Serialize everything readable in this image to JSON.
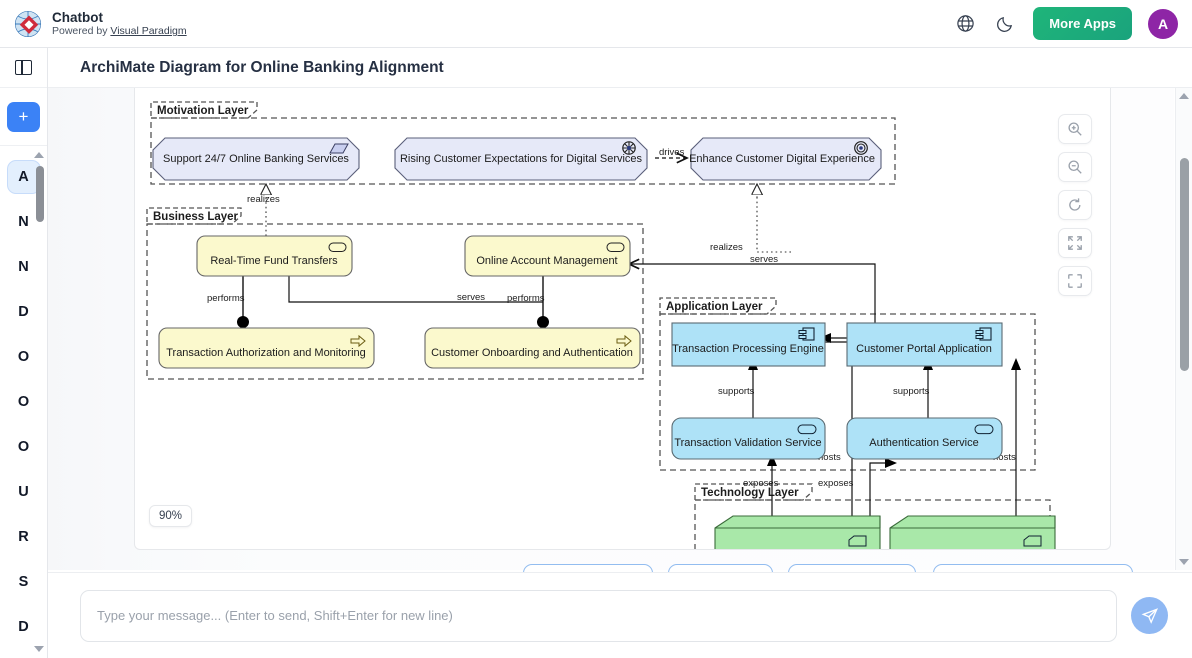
{
  "header": {
    "app_title": "Chatbot",
    "powered_prefix": "Powered by",
    "powered_link": "Visual Paradigm",
    "globe_icon": "globe-icon",
    "theme_icon": "moon-icon",
    "more_apps_label": "More Apps",
    "avatar_letter": "A"
  },
  "rail": {
    "panel_toggle_icon": "panel-toggle-icon",
    "add_label": "+",
    "items": [
      {
        "label": "A",
        "active": true
      },
      {
        "label": "N",
        "active": false
      },
      {
        "label": "N",
        "active": false
      },
      {
        "label": "D",
        "active": false
      },
      {
        "label": "O",
        "active": false
      },
      {
        "label": "O",
        "active": false
      },
      {
        "label": "O",
        "active": false
      },
      {
        "label": "U",
        "active": false
      },
      {
        "label": "R",
        "active": false
      },
      {
        "label": "S",
        "active": false
      },
      {
        "label": "D",
        "active": false
      }
    ]
  },
  "document": {
    "title": "ArchiMate Diagram for Online Banking Alignment"
  },
  "canvas_tools": {
    "zoom_in_icon": "zoom-in-icon",
    "zoom_out_icon": "zoom-out-icon",
    "reset_icon": "reset-rotate-icon",
    "fit_icon": "fit-screen-icon",
    "fullscreen_icon": "fullscreen-icon",
    "zoom_level": "90%"
  },
  "composer": {
    "placeholder": "Type your message... (Enter to send, Shift+Enter for new line)",
    "value": "",
    "send_icon": "send-paper-plane-icon"
  },
  "diagram": {
    "layers": [
      {
        "id": "motivation",
        "label": "Motivation Layer"
      },
      {
        "id": "business",
        "label": "Business Layer"
      },
      {
        "id": "application",
        "label": "Application Layer"
      },
      {
        "id": "technology",
        "label": "Technology Layer"
      }
    ],
    "elements": [
      {
        "id": "e1",
        "label": "Support 24/7 Online Banking Services",
        "layer": "motivation",
        "archimate_type": "Requirement",
        "shape": "octagon",
        "icon": "requirement-parallelogram-icon",
        "fill": "#e6e9f8"
      },
      {
        "id": "e2",
        "label": "Rising Customer Expectations for Digital Services",
        "layer": "motivation",
        "archimate_type": "Driver",
        "shape": "octagon",
        "icon": "driver-wheel-icon",
        "fill": "#e6e9f8"
      },
      {
        "id": "e3",
        "label": "Enhance Customer Digital Experience",
        "layer": "motivation",
        "archimate_type": "Goal",
        "shape": "octagon",
        "icon": "goal-target-icon",
        "fill": "#e6e9f8"
      },
      {
        "id": "e4",
        "label": "Real-Time Fund Transfers",
        "layer": "business",
        "archimate_type": "Business Service",
        "shape": "rounded",
        "icon": "service-rounded-icon",
        "fill": "#fbf9cd"
      },
      {
        "id": "e5",
        "label": "Online Account Management",
        "layer": "business",
        "archimate_type": "Business Service",
        "shape": "rounded",
        "icon": "service-rounded-icon",
        "fill": "#fbf9cd"
      },
      {
        "id": "e6",
        "label": "Transaction Authorization and Monitoring",
        "layer": "business",
        "archimate_type": "Business Process",
        "shape": "rounded",
        "icon": "process-arrow-icon",
        "fill": "#fbf9cd"
      },
      {
        "id": "e7",
        "label": "Customer Onboarding and Authentication",
        "layer": "business",
        "archimate_type": "Business Process",
        "shape": "rounded",
        "icon": "process-arrow-icon",
        "fill": "#fbf9cd"
      },
      {
        "id": "e8",
        "label": "Transaction Processing Engine",
        "layer": "application",
        "archimate_type": "Application Component",
        "shape": "rect",
        "icon": "component-icon",
        "fill": "#aee2f7"
      },
      {
        "id": "e9",
        "label": "Customer Portal Application",
        "layer": "application",
        "archimate_type": "Application Component",
        "shape": "rect",
        "icon": "component-icon",
        "fill": "#aee2f7"
      },
      {
        "id": "e10",
        "label": "Transaction Validation Service",
        "layer": "application",
        "archimate_type": "Application Service",
        "shape": "rounded",
        "icon": "service-rounded-icon",
        "fill": "#aee2f7"
      },
      {
        "id": "e11",
        "label": "Authentication Service",
        "layer": "application",
        "archimate_type": "Application Service",
        "shape": "rounded",
        "icon": "service-rounded-icon",
        "fill": "#aee2f7"
      },
      {
        "id": "e12",
        "label": "",
        "layer": "technology",
        "archimate_type": "Node",
        "shape": "node3d",
        "icon": "node-icon",
        "fill": "#a9e8a9"
      },
      {
        "id": "e13",
        "label": "",
        "layer": "technology",
        "archimate_type": "Node",
        "shape": "node3d",
        "icon": "node-icon",
        "fill": "#a9e8a9"
      }
    ],
    "relationships": [
      {
        "from": "e2",
        "to": "e3",
        "label": "drives",
        "style": "dashed-arrow"
      },
      {
        "from": "e4",
        "to": "e1",
        "label": "realizes",
        "style": "dotted-hollow-triangle"
      },
      {
        "from": "e5",
        "to": "e3",
        "label": "realizes",
        "style": "dotted-hollow-triangle"
      },
      {
        "from": "e6",
        "to": "e4",
        "label": "performs",
        "style": "ball-assignment"
      },
      {
        "from": "e7",
        "to": "e5",
        "label": "performs",
        "style": "ball-assignment"
      },
      {
        "from": "e7",
        "to": "e4",
        "label": "serves",
        "style": "solid-arrow"
      },
      {
        "from": "e9",
        "to": "e5",
        "label": "serves",
        "style": "solid-arrow"
      },
      {
        "from": "e10",
        "to": "e8",
        "label": "supports",
        "style": "solid-arrow"
      },
      {
        "from": "e11",
        "to": "e9",
        "label": "supports",
        "style": "solid-arrow"
      },
      {
        "from": "e9",
        "to": "e8",
        "label": "",
        "style": "solid-arrow"
      },
      {
        "from": "e12",
        "to": "e8",
        "label": "hosts",
        "style": "solid-arrow"
      },
      {
        "from": "e13",
        "to": "e9",
        "label": "hosts",
        "style": "solid-arrow"
      },
      {
        "from": "e12",
        "to": "e10",
        "label": "exposes",
        "style": "solid-arrow"
      },
      {
        "from": "e13",
        "to": "e11",
        "label": "exposes",
        "style": "solid-arrow"
      }
    ]
  },
  "suggestions": {
    "chips": [
      "",
      "",
      "",
      ""
    ]
  }
}
